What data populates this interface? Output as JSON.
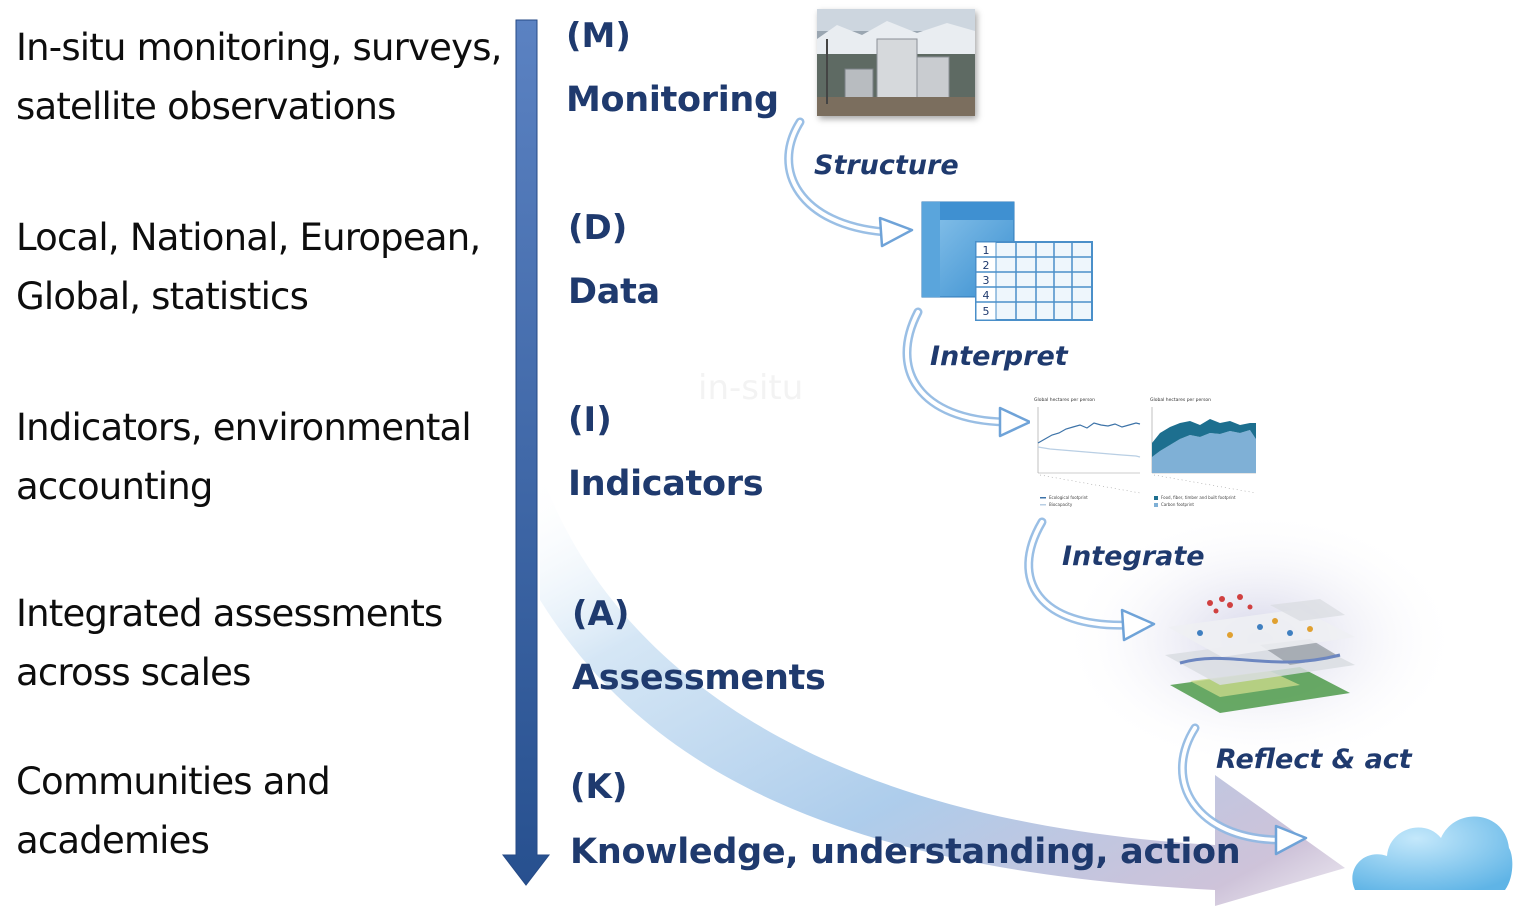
{
  "left_column": [
    {
      "lines": [
        "In-situ monitoring, surveys,",
        "satellite observations"
      ]
    },
    {
      "lines": [
        "Local, National, European,",
        "Global, statistics"
      ]
    },
    {
      "lines": [
        "Indicators, environmental",
        "accounting"
      ]
    },
    {
      "lines": [
        "Integrated assessments",
        "across scales"
      ]
    },
    {
      "lines": [
        "Communities and",
        "academies"
      ]
    }
  ],
  "stages": [
    {
      "code": "(M)",
      "label": "Monitoring"
    },
    {
      "code": "(D)",
      "label": "Data"
    },
    {
      "code": "(I)",
      "label": "Indicators"
    },
    {
      "code": "(A)",
      "label": "Assessments"
    },
    {
      "code": "(K)",
      "label": "Knowledge, understanding, action"
    }
  ],
  "steps": [
    "Structure",
    "Interpret",
    "Integrate",
    "Reflect & act"
  ],
  "table_row_numbers": [
    "1",
    "2",
    "3",
    "4",
    "5"
  ],
  "mini_charts": [
    {
      "title": "Global hectares per person",
      "legend": [
        "Ecological footprint",
        "Biocapacity"
      ]
    },
    {
      "title": "Global hectares per person",
      "legend": [
        "Food, fiber, timber and built footprint",
        "Carbon footprint"
      ]
    }
  ],
  "watermark": "in-situ",
  "colors": {
    "text_dark": "#0d0d0d",
    "stage_blue": "#1f3a6e",
    "arrow_blue": "#3d68ad",
    "light_blue": "#a8cbea"
  },
  "icons": [
    "monitoring-station-photo",
    "table-icon",
    "indicator-charts",
    "map-layers",
    "cloud-icon"
  ]
}
